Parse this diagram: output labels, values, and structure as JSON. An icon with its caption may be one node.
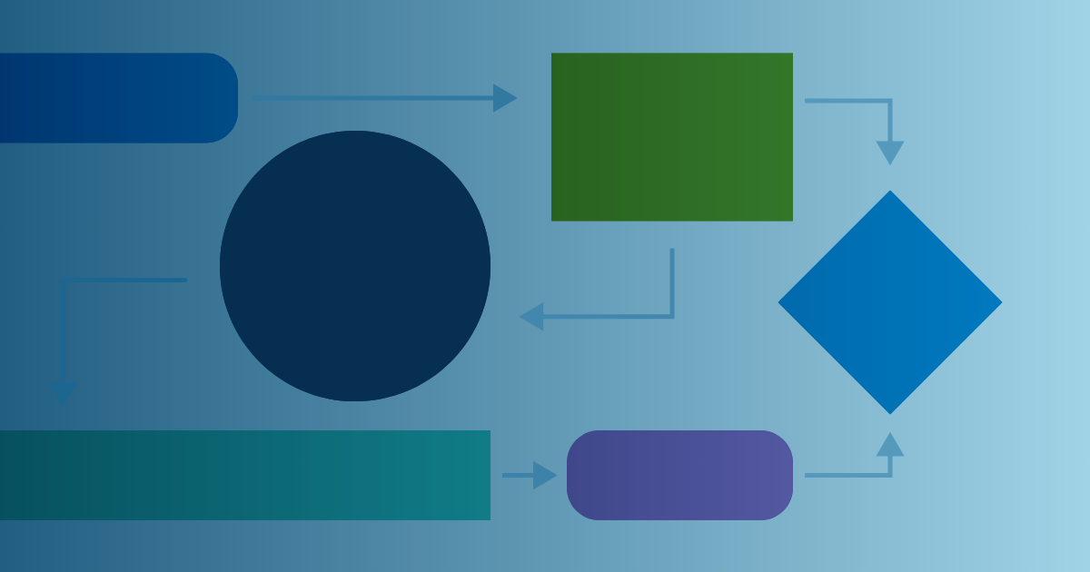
{
  "diagram": {
    "nodes": [
      {
        "text": [],
        "shape": "box"
      },
      {
        "text": [],
        "shape": "box"
      },
      {
        "text": [],
        "shape": "circle"
      },
      {
        "text": [],
        "shape": "diamond"
      },
      {
        "text": [],
        "shape": "bar"
      },
      {
        "text": [],
        "shape": "box"
      }
    ],
    "edges": [
      {
        "from": 0,
        "to": 1,
        "arrow": "to"
      },
      {
        "from": 1,
        "to": 3,
        "arrow": "to"
      },
      {
        "from": 1,
        "to": 2,
        "arrow": "to"
      },
      {
        "from": 2,
        "to": 4,
        "arrow": "to"
      },
      {
        "from": 4,
        "to": 5,
        "arrow": "to"
      },
      {
        "from": 5,
        "to": 3,
        "arrow": "to"
      }
    ]
  }
}
